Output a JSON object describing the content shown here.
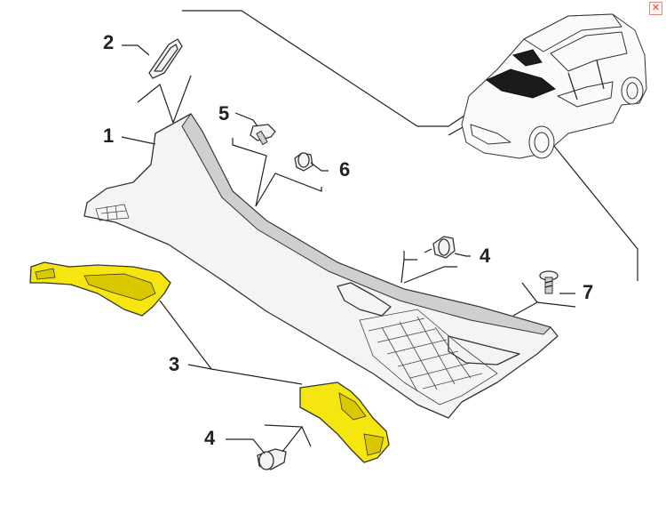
{
  "close_button": {
    "glyph": "✕",
    "icon": "close-icon",
    "color": "#d0452f"
  },
  "highlight_color": "#f5e610",
  "callouts": {
    "c1": "1",
    "c2": "2",
    "c3": "3",
    "c4a": "4",
    "c4b": "4",
    "c5": "5",
    "c6": "6",
    "c7": "7"
  },
  "parts": [
    {
      "ref": "1",
      "name": "cowl-panel",
      "highlighted": false
    },
    {
      "ref": "2",
      "name": "seal",
      "highlighted": false
    },
    {
      "ref": "3",
      "name": "side-covers",
      "highlighted": true
    },
    {
      "ref": "4",
      "name": "push-clip",
      "highlighted": false
    },
    {
      "ref": "5",
      "name": "screw",
      "highlighted": false
    },
    {
      "ref": "6",
      "name": "clip",
      "highlighted": false
    },
    {
      "ref": "7",
      "name": "bolt",
      "highlighted": false
    }
  ]
}
